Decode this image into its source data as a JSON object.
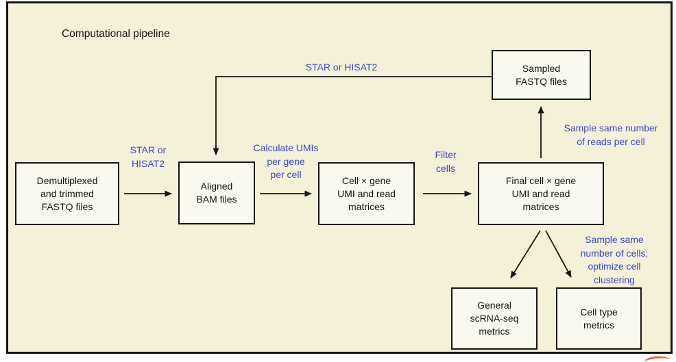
{
  "figure": {
    "title": "Computational pipeline",
    "colors": {
      "bg": "#f5f1d8",
      "boxfill": "#faf9f0",
      "frame": "#141414",
      "blue": "#3a46c8",
      "swoosh": "#e96a3d"
    }
  },
  "boxes": {
    "demultiplexed": {
      "lines": [
        "Demultiplexed",
        "and trimmed",
        "FASTQ files"
      ]
    },
    "aligned": {
      "lines": [
        "Aligned",
        "BAM files"
      ]
    },
    "matrices": {
      "lines": [
        "Cell × gene",
        "UMI and read",
        "matrices"
      ]
    },
    "final": {
      "lines": [
        "Final cell × gene",
        "UMI and read",
        "matrices"
      ]
    },
    "sampled": {
      "lines": [
        "Sampled",
        "FASTQ files"
      ]
    },
    "general": {
      "lines": [
        "General",
        "scRNA-seq",
        "metrics"
      ]
    },
    "celltype": {
      "lines": [
        "Cell type",
        "metrics"
      ]
    }
  },
  "labels": {
    "star_top": "STAR or HISAT2",
    "star_left": [
      "STAR or",
      "HISAT2"
    ],
    "calculate": [
      "Calculate UMIs",
      "per gene",
      "per cell"
    ],
    "filter": [
      "Filter",
      "cells"
    ],
    "sample_reads": [
      "Sample same number",
      "of reads per cell"
    ],
    "sample_cells": [
      "Sample same",
      "number of cells;",
      "optimize cell",
      "clustering"
    ]
  }
}
